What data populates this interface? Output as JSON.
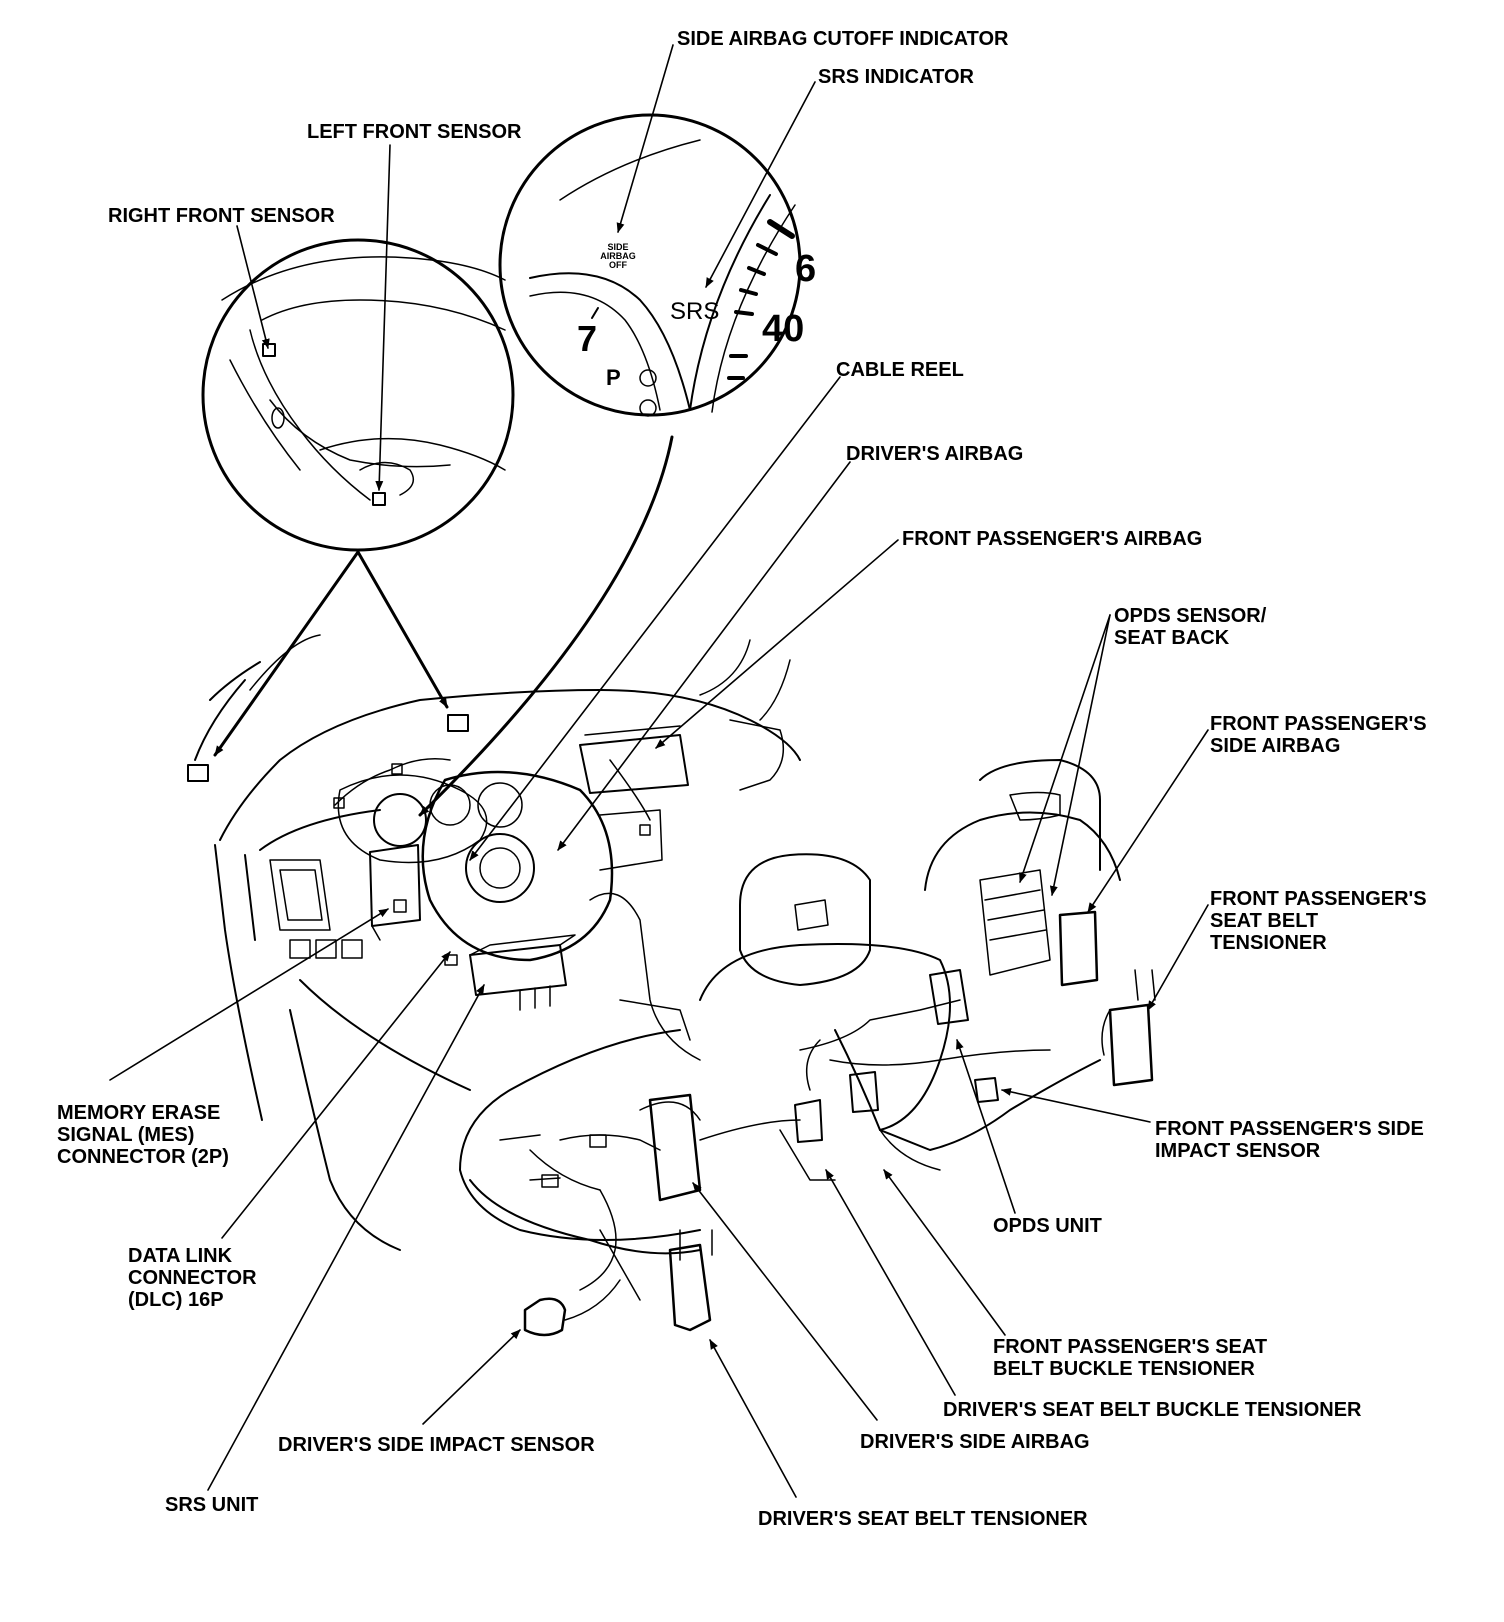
{
  "diagram": {
    "labels": {
      "side_airbag_cutoff_indicator": "SIDE AIRBAG CUTOFF INDICATOR",
      "srs_indicator": "SRS INDICATOR",
      "left_front_sensor": "LEFT FRONT SENSOR",
      "right_front_sensor": "RIGHT FRONT SENSOR",
      "cable_reel": "CABLE REEL",
      "drivers_airbag": "DRIVER'S AIRBAG",
      "front_passengers_airbag": "FRONT PASSENGER'S AIRBAG",
      "opds_sensor_line1": "OPDS SENSOR/",
      "opds_sensor_line2": "SEAT BACK",
      "fp_side_airbag_line1": "FRONT PASSENGER'S",
      "fp_side_airbag_line2": "SIDE AIRBAG",
      "fp_seat_belt_tensioner_line1": "FRONT PASSENGER'S",
      "fp_seat_belt_tensioner_line2": "SEAT BELT",
      "fp_seat_belt_tensioner_line3": "TENSIONER",
      "fp_side_impact_sensor_line1": "FRONT PASSENGER'S SIDE",
      "fp_side_impact_sensor_line2": "IMPACT SENSOR",
      "opds_unit": "OPDS UNIT",
      "fp_buckle_tensioner_line1": "FRONT PASSENGER'S SEAT",
      "fp_buckle_tensioner_line2": "BELT BUCKLE TENSIONER",
      "driver_buckle_tensioner": "DRIVER'S SEAT BELT BUCKLE TENSIONER",
      "drivers_side_airbag": "DRIVER'S SIDE AIRBAG",
      "driver_seat_belt_tensioner": "DRIVER'S SEAT BELT TENSIONER",
      "drivers_side_impact_sensor": "DRIVER'S SIDE IMPACT SENSOR",
      "srs_unit": "SRS UNIT",
      "dlc_line1": "DATA LINK",
      "dlc_line2": "CONNECTOR",
      "dlc_line3": "(DLC) 16P",
      "mes_line1": "MEMORY ERASE",
      "mes_line2": "SIGNAL (MES)",
      "mes_line3": "CONNECTOR (2P)"
    },
    "gauge": {
      "side_airbag_off_line1": "SIDE",
      "side_airbag_off_line2": "AIRBAG",
      "side_airbag_off_line3": "OFF",
      "srs_text": "SRS",
      "tach_6": "6",
      "speed_40": "40",
      "tach_7": "7",
      "gear_p": "P"
    }
  }
}
